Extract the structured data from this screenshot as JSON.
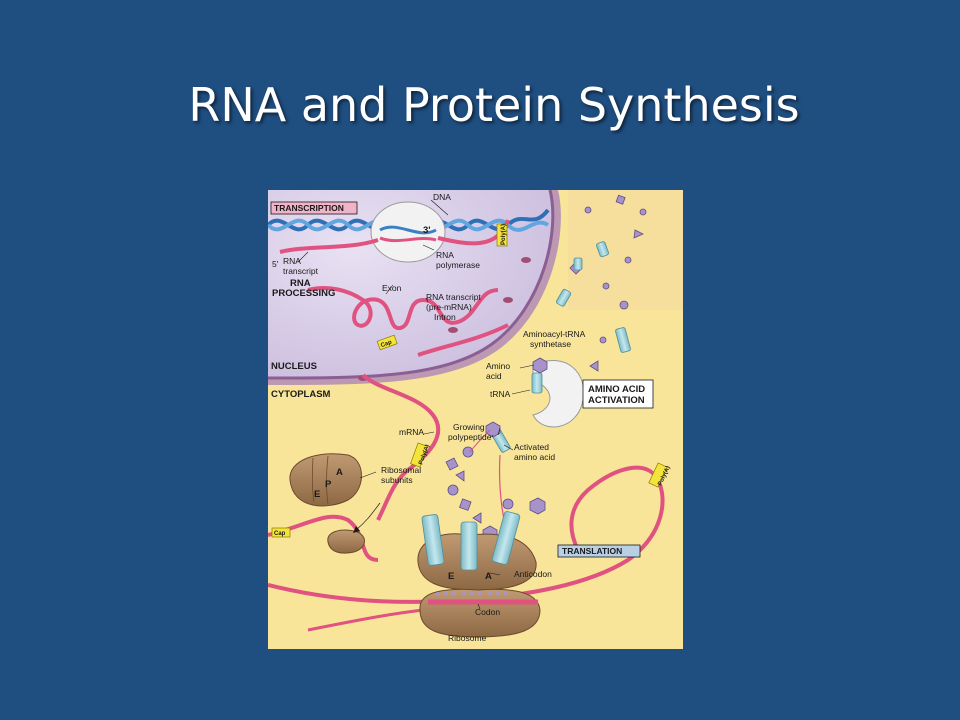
{
  "slide": {
    "title": "RNA and Protein Synthesis"
  },
  "diagram": {
    "badges": {
      "transcription": "TRANSCRIPTION",
      "translation": "TRANSLATION"
    },
    "sections": {
      "rna_processing_1": "RNA",
      "rna_processing_2": "PROCESSING",
      "nucleus": "NUCLEUS",
      "cytoplasm": "CYTOPLASM",
      "amino_acid_activation_1": "AMINO ACID",
      "amino_acid_activation_2": "ACTIVATION"
    },
    "labels": {
      "dna": "DNA",
      "three_prime": "3'",
      "five_prime": "5'",
      "rna_transcript_1": "RNA",
      "rna_transcript_2": "transcript",
      "rna_polymerase_1": "RNA",
      "rna_polymerase_2": "polymerase",
      "exon": "Exon",
      "pre_mrna_1": "RNA transcript",
      "pre_mrna_2": "(pre-mRNA)",
      "intron": "Intron",
      "aminoacyl_trna_1": "Aminoacyl-tRNA",
      "aminoacyl_trna_2": "synthetase",
      "amino_acid_1": "Amino",
      "amino_acid_2": "acid",
      "trna": "tRNA",
      "mrna": "mRNA",
      "growing_polypeptide_1": "Growing",
      "growing_polypeptide_2": "polypeptide",
      "activated_amino_acid_1": "Activated",
      "activated_amino_acid_2": "amino acid",
      "ribosomal_subunits_1": "Ribosomal",
      "ribosomal_subunits_2": "subunits",
      "anticodon": "Anticodon",
      "codon": "Codon",
      "ribosome": "Ribosome",
      "site_e_small": "E",
      "site_p_small": "P",
      "site_a_small": "A",
      "site_e": "E",
      "site_a": "A"
    },
    "tags": {
      "poly_a": "Poly(A)",
      "cap": "Cap"
    },
    "colors": {
      "nucleus": "#ddd3ec",
      "cytoplasm": "#f8e59a",
      "mrna": "#e0527f",
      "dna": "#3b7fc4",
      "ribosome": "#a8815a",
      "trna": "#9ed3dc",
      "amino_acid": "#a793c9",
      "tag": "#f3e33a"
    }
  }
}
